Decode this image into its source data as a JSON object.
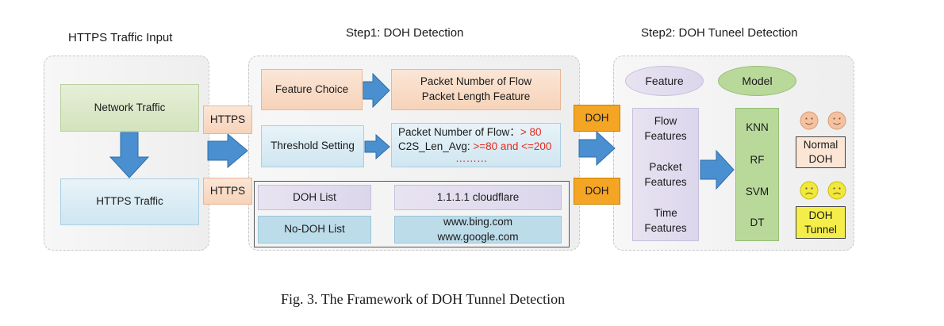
{
  "titles": {
    "input": "HTTPS Traffic Input",
    "step1": "Step1: DOH  Detection",
    "step2": "Step2: DOH Tuneel Detection"
  },
  "input_panel": {
    "network_traffic": "Network Traffic",
    "https_traffic": "HTTPS Traffic"
  },
  "connectors": {
    "https_top": "HTTPS",
    "https_bottom": "HTTPS",
    "doh_top": "DOH",
    "doh_bottom": "DOH"
  },
  "step1": {
    "feature_choice": "Feature Choice",
    "feature_result_line1": "Packet Number of Flow",
    "feature_result_line2": "Packet Length Feature",
    "threshold_setting": "Threshold Setting",
    "threshold_line1_label": "Packet Number of Flow：",
    "threshold_line1_value": "> 80",
    "threshold_line2_label": "C2S_Len_Avg: ",
    "threshold_line2_value": ">=80 and <=200",
    "threshold_ellipsis": "………",
    "doh_list": "DOH List",
    "doh_list_value": "1.1.1.1  cloudflare",
    "nodoh_list": "No-DOH List",
    "nodoh_list_value1": "www.bing.com",
    "nodoh_list_value2": "www.google.com"
  },
  "step2": {
    "feature_ellipse": "Feature",
    "model_ellipse": "Model",
    "features": [
      "Flow Features",
      "Packet Features",
      "Time Features"
    ],
    "flow_l1": "Flow",
    "flow_l2": "Features",
    "packet_l1": "Packet",
    "packet_l2": "Features",
    "time_l1": "Time",
    "time_l2": "Features",
    "models": [
      "KNN",
      "RF",
      "SVM",
      "DT"
    ],
    "normal_l1": "Normal",
    "normal_l2": "DOH",
    "tunnel_l1": "DOH",
    "tunnel_l2": "Tunnel"
  },
  "caption": "Fig. 3.   The Framework of DOH Tunnel Detection",
  "colors": {
    "arrow": "#4a90d0",
    "doh_orange": "#f5a524",
    "threshold_red": "#e8271d",
    "happy_face": "#f4c2a0",
    "sad_face": "#f2e83a"
  },
  "icons": [
    "happy-face-icon",
    "sad-face-icon"
  ]
}
